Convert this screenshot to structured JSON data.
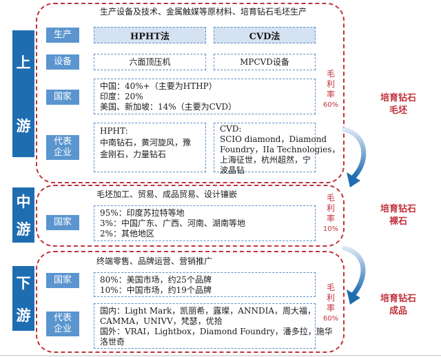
{
  "upstream": {
    "label_chars": [
      "上",
      "游"
    ],
    "header": "生产设备及技术、金属触媒等原材料、培育钻石毛坯生产",
    "rows": {
      "production": "生产",
      "equipment": "设备",
      "country": "国家",
      "companies": [
        "代表",
        "企业"
      ]
    },
    "hpht": "HPHT法",
    "cvd": "CVD法",
    "hpht_equipment": "六面顶压机",
    "cvd_equipment": "MPCVD设备",
    "country_lines": [
      "中国：40%+（主要为HTHP）",
      "印度：20%",
      "美国、新加坡：14%（主要为CVD）"
    ],
    "hpht_companies": [
      "HPHT:",
      "中南钻石，黄河旋风，豫",
      "金刚石，力量钻石"
    ],
    "cvd_companies": [
      "CVD:",
      "SCIO diamond，Diamond",
      "Foundry，IIa Technologies，",
      "上海征世，杭州超然，宁",
      "波晶钻"
    ],
    "margin": [
      "毛",
      "利",
      "率",
      "60%"
    ],
    "product": [
      "培育钻石",
      "毛坯"
    ]
  },
  "midstream": {
    "label_chars": [
      "中",
      "游"
    ],
    "header": "毛坯加工、贸易、成品贸易、设计镶嵌",
    "country": "国家",
    "country_lines": [
      "95%：印度苏拉特等地",
      "3%：中国广东、广西、河南、湖南等地",
      "2%：其他地区"
    ],
    "margin": [
      "毛",
      "利",
      "率",
      "10%"
    ],
    "product": [
      "培育钻石",
      "裸石"
    ]
  },
  "downstream": {
    "label_chars": [
      "下",
      "游"
    ],
    "header": "终端零售、品牌运营、营销推广",
    "country": "国家",
    "country_lines": [
      "80%：美国市场，约25个品牌",
      "10%：中国市场，约19个品牌"
    ],
    "companies": [
      "代表",
      "企业"
    ],
    "company_lines": [
      "国内：Light Mark，凯丽希，露璨，ANNDIA，周大福，",
      "CAMMA，UNIVV，梵瑟，优拾",
      "国外：VRAI，Lightbox，Diamond Foundry，潘多拉，施华",
      "洛世奇"
    ],
    "margin": [
      "毛",
      "利",
      "率",
      "60%"
    ],
    "product": [
      "培育钻石",
      "成品"
    ]
  },
  "colors": {
    "stage_blue": "#1f6db1",
    "tab_blue": "#5a95cf",
    "accent_red": "#c0313a",
    "fill_light_blue": "#d5e2f2"
  }
}
